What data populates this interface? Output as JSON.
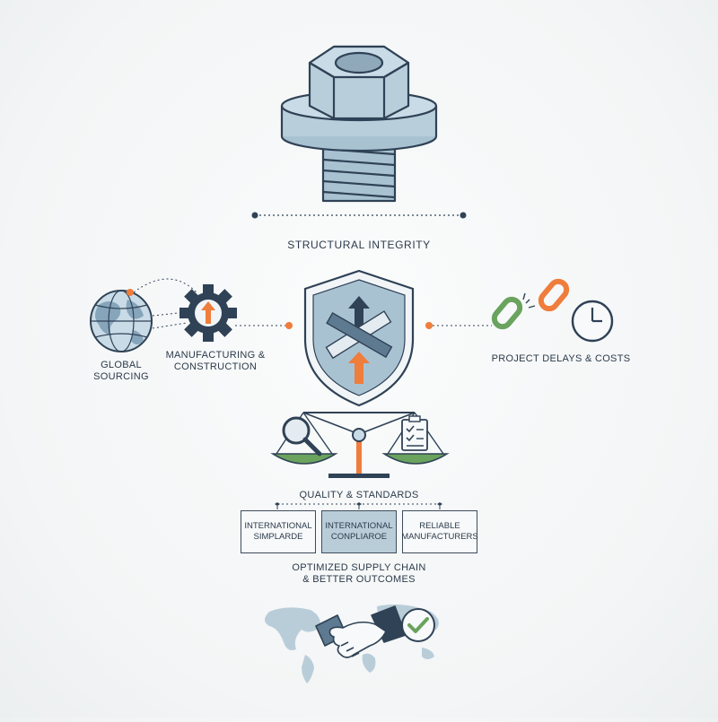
{
  "labels": {
    "structural_integrity": "STRUCTURAL INTEGRITY",
    "global_sourcing": "GLOBAL\nSOURCING",
    "manufacturing": "MANUFACTURING &\nCONSTRUCTION",
    "project_delays": "PROJECT DELAYS & COSTS",
    "quality_standards": "QUALITY & STANDARDS",
    "optimized": "OPTIMIZED SUPPLY CHAIN\n& BETTER OUTCOMES"
  },
  "boxes": [
    {
      "text": "INTERNATIONAL\nSIMPLARDE"
    },
    {
      "text": "INTERNATIONAL\nCONPLIAROE"
    },
    {
      "text": "RELIABLE\nMANUFACTURERS"
    }
  ],
  "colors": {
    "navy": "#2f4256",
    "steel": "#a9c2d2",
    "steel_light": "#c9dbe6",
    "orange": "#ef7d3c",
    "green": "#6aa35e",
    "box_highlight": "#b9cdd9"
  },
  "icons": [
    "bolt-icon",
    "globe-icon",
    "gear-icon",
    "shield-icon",
    "broken-chain-icon",
    "clock-icon",
    "balance-scale-icon",
    "magnifier-icon",
    "checklist-icon",
    "handshake-icon",
    "world-map-icon",
    "checkmark-icon"
  ]
}
